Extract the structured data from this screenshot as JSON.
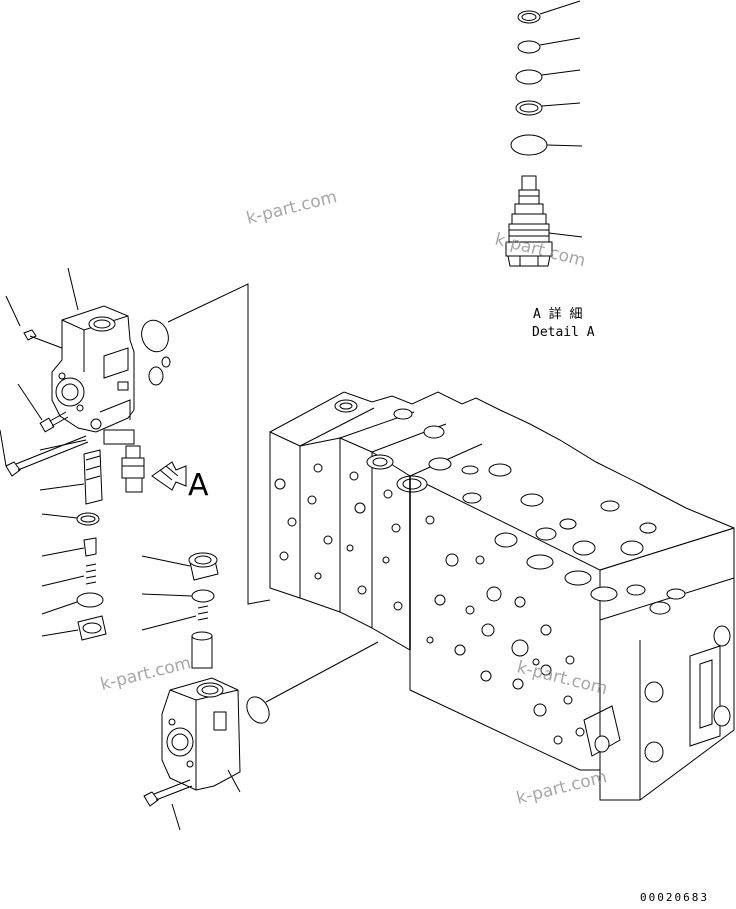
{
  "diagram": {
    "view_marker": "A",
    "detail_caption_jp": "A 詳 細",
    "detail_caption_en": "Detail A",
    "drawing_code": "00020683",
    "watermarks": [
      "k-part.com",
      "k-part.com",
      "k-part.com",
      "k-part.com",
      "k-part.com"
    ]
  }
}
